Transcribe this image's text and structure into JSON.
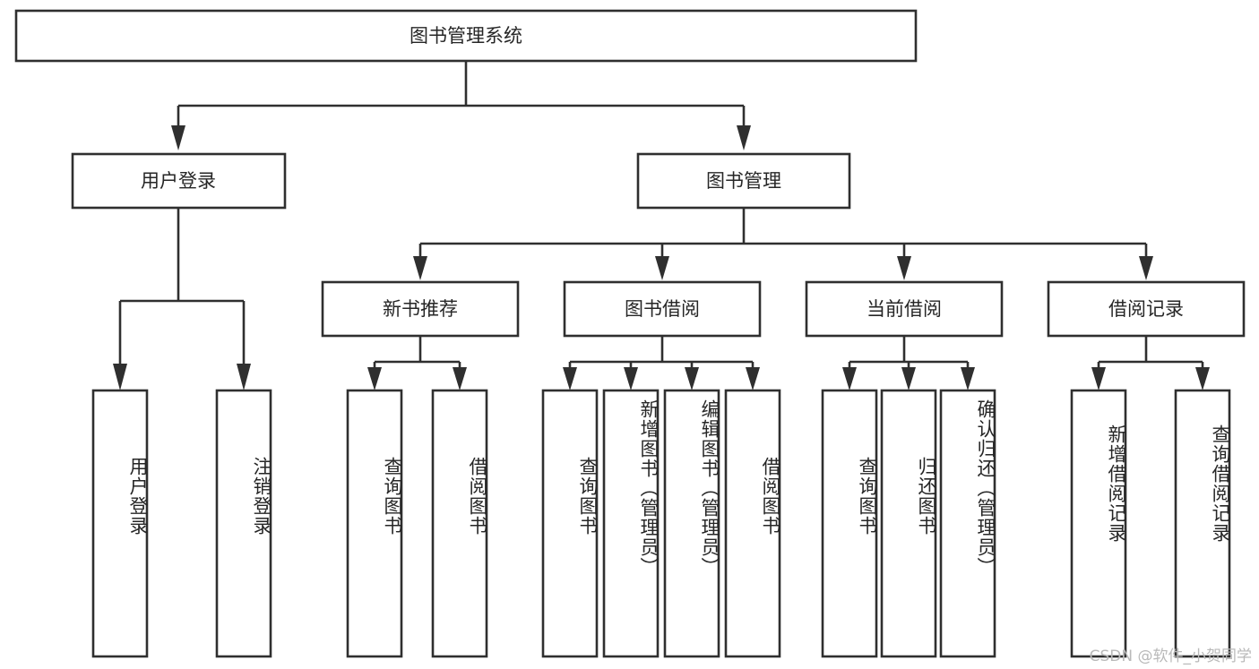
{
  "diagram": {
    "type": "hierarchy-tree",
    "title": "图书管理系统",
    "watermark": "CSDN @软件_小贺同学",
    "colors": {
      "stroke": "#2f2f2f",
      "fill": "#ffffff",
      "text": "#262626",
      "watermark": "#b9b9b9"
    },
    "levels": [
      {
        "level": 1,
        "nodes": [
          {
            "id": "root",
            "label": "图书管理系统",
            "orientation": "horizontal"
          }
        ]
      },
      {
        "level": 2,
        "nodes": [
          {
            "id": "login",
            "label": "用户登录",
            "orientation": "horizontal",
            "parent": "root"
          },
          {
            "id": "bookmgmt",
            "label": "图书管理",
            "orientation": "horizontal",
            "parent": "root"
          }
        ]
      },
      {
        "level": 3,
        "nodes": [
          {
            "id": "newbook",
            "label": "新书推荐",
            "orientation": "horizontal",
            "parent": "bookmgmt"
          },
          {
            "id": "borrow",
            "label": "图书借阅",
            "orientation": "horizontal",
            "parent": "bookmgmt"
          },
          {
            "id": "current",
            "label": "当前借阅",
            "orientation": "horizontal",
            "parent": "bookmgmt"
          },
          {
            "id": "records",
            "label": "借阅记录",
            "orientation": "horizontal",
            "parent": "bookmgmt"
          }
        ]
      },
      {
        "level": 4,
        "nodes": [
          {
            "id": "leaf1",
            "label": "用户登录",
            "orientation": "vertical",
            "parent": "login"
          },
          {
            "id": "leaf2",
            "label": "注销登录",
            "orientation": "vertical",
            "parent": "login"
          },
          {
            "id": "leaf3",
            "label": "查询图书",
            "orientation": "vertical",
            "parent": "newbook"
          },
          {
            "id": "leaf4",
            "label": "借阅图书",
            "orientation": "vertical",
            "parent": "newbook"
          },
          {
            "id": "leaf5",
            "label": "查询图书",
            "orientation": "vertical",
            "parent": "borrow"
          },
          {
            "id": "leaf6",
            "label": "新增图书（管理员）",
            "orientation": "vertical",
            "parent": "borrow"
          },
          {
            "id": "leaf7",
            "label": "编辑图书（管理员）",
            "orientation": "vertical",
            "parent": "borrow"
          },
          {
            "id": "leaf8",
            "label": "借阅图书",
            "orientation": "vertical",
            "parent": "borrow"
          },
          {
            "id": "leaf9",
            "label": "查询图书",
            "orientation": "vertical",
            "parent": "current"
          },
          {
            "id": "leaf10",
            "label": "归还图书",
            "orientation": "vertical",
            "parent": "current"
          },
          {
            "id": "leaf11",
            "label": "确认归还（管理员）",
            "orientation": "vertical",
            "parent": "current"
          },
          {
            "id": "leaf12",
            "label": "新增借阅记录",
            "orientation": "vertical",
            "parent": "records"
          },
          {
            "id": "leaf13",
            "label": "查询借阅记录",
            "orientation": "vertical",
            "parent": "records"
          }
        ]
      }
    ]
  }
}
